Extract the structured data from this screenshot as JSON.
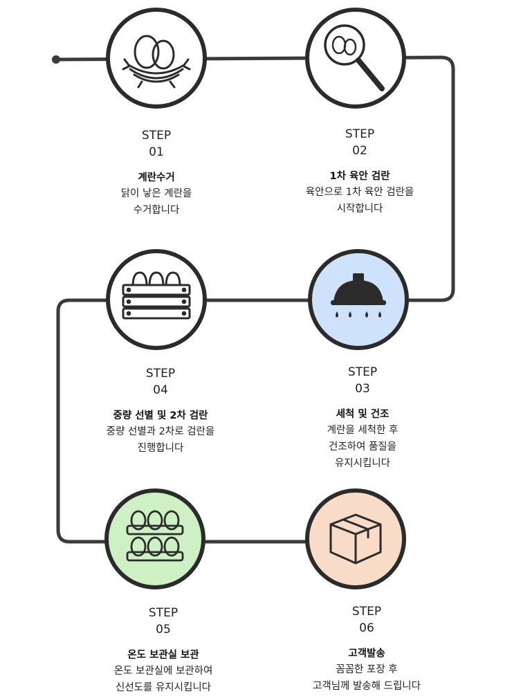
{
  "steps": [
    {
      "label": "STEP",
      "number": "01",
      "title": "계란수거",
      "desc_lines": [
        "닭이 낳은 계란을",
        "수거합니다"
      ],
      "icon": "egg-nest-icon",
      "fill": "#ffffff"
    },
    {
      "label": "STEP",
      "number": "02",
      "title": "1차 육안 검란",
      "desc_lines": [
        "육안으로 1차 육안 검란을",
        "시작합니다"
      ],
      "icon": "magnifier-egg-icon",
      "fill": "#ffffff"
    },
    {
      "label": "STEP",
      "number": "03",
      "title": "세척 및 건조",
      "desc_lines": [
        "계란을 세척한 후",
        "건조하여 품질을",
        "유지시킵니다"
      ],
      "icon": "shower-icon",
      "fill": "#cfe2fb"
    },
    {
      "label": "STEP",
      "number": "04",
      "title": "중량 선별 및 2차 검란",
      "desc_lines": [
        "중량 선별과 2차로 검란을",
        "진행합니다"
      ],
      "icon": "egg-crate-icon",
      "fill": "#ffffff"
    },
    {
      "label": "STEP",
      "number": "05",
      "title": "온도 보관실 보관",
      "desc_lines": [
        "온도 보관실에 보관하여",
        "신선도를 유지시킵니다"
      ],
      "icon": "egg-tray-icon",
      "fill": "#cdf0c4"
    },
    {
      "label": "STEP",
      "number": "06",
      "title": "고객발송",
      "desc_lines": [
        "꼼꼼한 포장 후",
        "고객님께 발송해 드립니다"
      ],
      "icon": "box-icon",
      "fill": "#f8dcc8"
    }
  ],
  "colors": {
    "line": "#3a3a3a",
    "stroke": "#2b2b2b"
  }
}
